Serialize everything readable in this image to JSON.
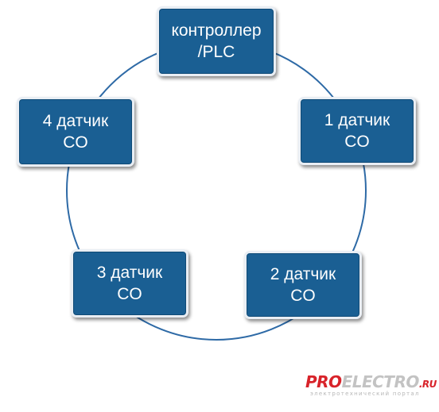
{
  "colors": {
    "node_fill": "#1a5f93",
    "ring_stroke": "#2e6aa6",
    "logo_red": "#d8232a",
    "logo_grey": "#c3c3c3"
  },
  "nodes": {
    "plc": {
      "line1": "контроллер",
      "line2": "/PLC"
    },
    "sensor1": {
      "line1": "1 датчик",
      "line2": "CO"
    },
    "sensor2": {
      "line1": "2 датчик",
      "line2": "CO"
    },
    "sensor3": {
      "line1": "3 датчик",
      "line2": "CO"
    },
    "sensor4": {
      "line1": "4 датчик",
      "line2": "CO"
    }
  },
  "logo": {
    "pro": "PRO",
    "electro": "ELECTRO",
    "ru": ".RU",
    "tagline": "электротехнический портал"
  }
}
